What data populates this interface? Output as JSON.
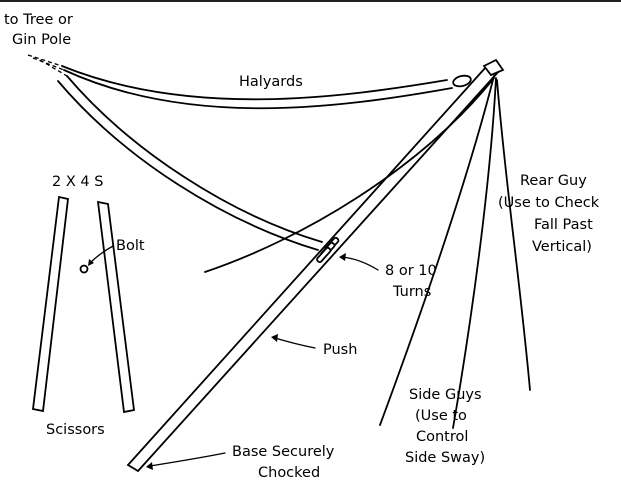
{
  "labels": {
    "tree_line1": "to Tree or",
    "tree_line2": "Gin Pole",
    "halyards": "Halyards",
    "two_by_four": "2 X 4 S",
    "bolt": "Bolt",
    "scissors": "Scissors",
    "rear_guy_1": "Rear Guy",
    "rear_guy_2": "(Use to Check",
    "rear_guy_3": "Fall Past",
    "rear_guy_4": "Vertical)",
    "turns_1": "8 or 10",
    "turns_2": "Turns",
    "push": "Push",
    "side_guys_1": "Side Guys",
    "side_guys_2": "(Use to",
    "side_guys_3": "Control",
    "side_guys_4": "Side Sway)",
    "base_1": "Base Securely",
    "base_2": "Chocked"
  }
}
